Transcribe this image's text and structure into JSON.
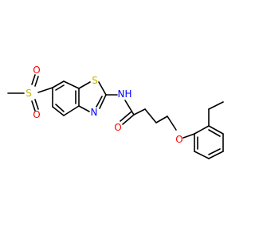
{
  "molecule": {
    "atom_labels": {
      "sulfonyl_O_top": "O",
      "sulfonyl_S": "S",
      "sulfonyl_O_bottom": "O",
      "thiazole_S": "S",
      "amide_NH": "N",
      "amide_NH_H": "H",
      "thiazole_N": "N",
      "carbonyl_O": "O",
      "ether_O": "O"
    },
    "colors": {
      "bond": "#000000",
      "oxygen": "#ff0000",
      "sulfur": "#c8b400",
      "nitrogen": "#0000ff"
    }
  }
}
